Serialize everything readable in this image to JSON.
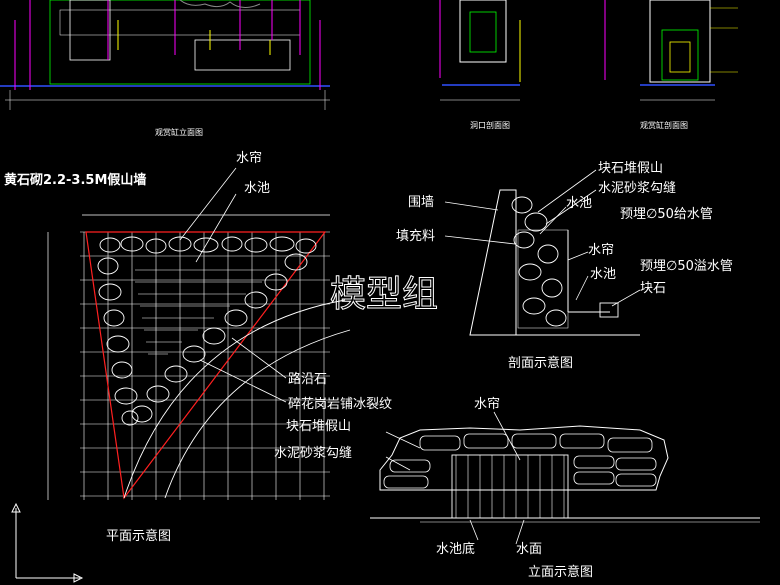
{
  "colors": {
    "background": "#000000",
    "line": "#ffffff",
    "dimension": "#ff00ff",
    "accent_cyan": "#00c8ff",
    "accent_yellow": "#ffff00",
    "accent_green": "#00ff00",
    "accent_blue": "#3050ff",
    "accent_red": "#ff2020"
  },
  "top_views": {
    "elevation_title": "观赏缸立面图",
    "hole_section_title": "洞口剖面图",
    "tank_section_title": "观赏缸剖面图"
  },
  "plan_view": {
    "heading": "黄石砌2.2-3.5M假山墙",
    "callouts": [
      "水帘",
      "水池",
      "路沿石",
      "碎花岗岩铺冰裂纹",
      "块石堆假山",
      "水泥砂浆勾缝"
    ],
    "title": "平面示意图"
  },
  "section_view": {
    "callouts_left": [
      "围墙",
      "填充料"
    ],
    "callouts_right": [
      "块石堆假山",
      "水泥砂浆勾缝",
      "水池",
      "预埋∅50给水管",
      "水帘",
      "水池",
      "预埋∅50溢水管",
      "块石"
    ],
    "title": "剖面示意图"
  },
  "elevation_view": {
    "callouts_top": [
      "水帘"
    ],
    "callouts_bottom": [
      "水池底",
      "水面"
    ],
    "title": "立面示意图"
  },
  "watermark": "模型组"
}
